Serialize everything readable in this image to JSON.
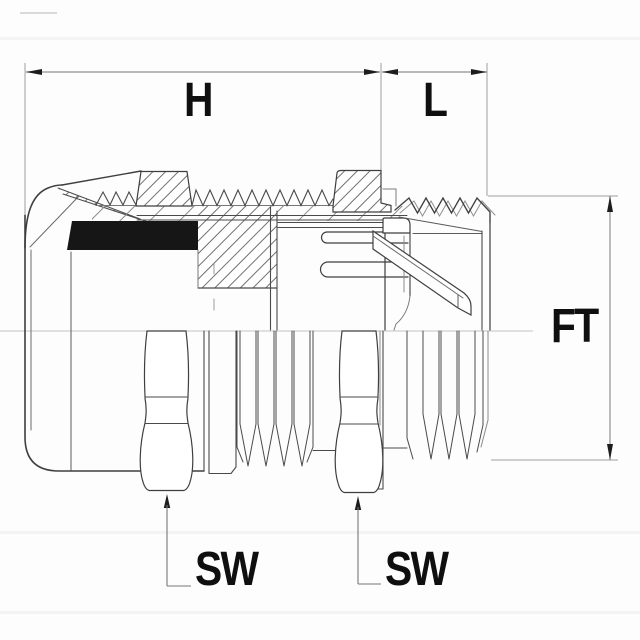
{
  "drawing": {
    "type": "technical-drawing",
    "subject": "cable gland cross-section side view",
    "dimension_labels": {
      "h": "H",
      "l": "L",
      "ft": "FT",
      "sw_cap": "SW",
      "sw_body": "SW"
    }
  },
  "colors": {
    "background": "#fdfdfd",
    "line": "#3f3f3f",
    "dimension_line": "#909090",
    "leader_line": "#666666",
    "arrow": "#1d1d1d",
    "label_text": "#0f0f0f",
    "seal_fill": "#161616",
    "centerline": "#c4c4c4"
  }
}
